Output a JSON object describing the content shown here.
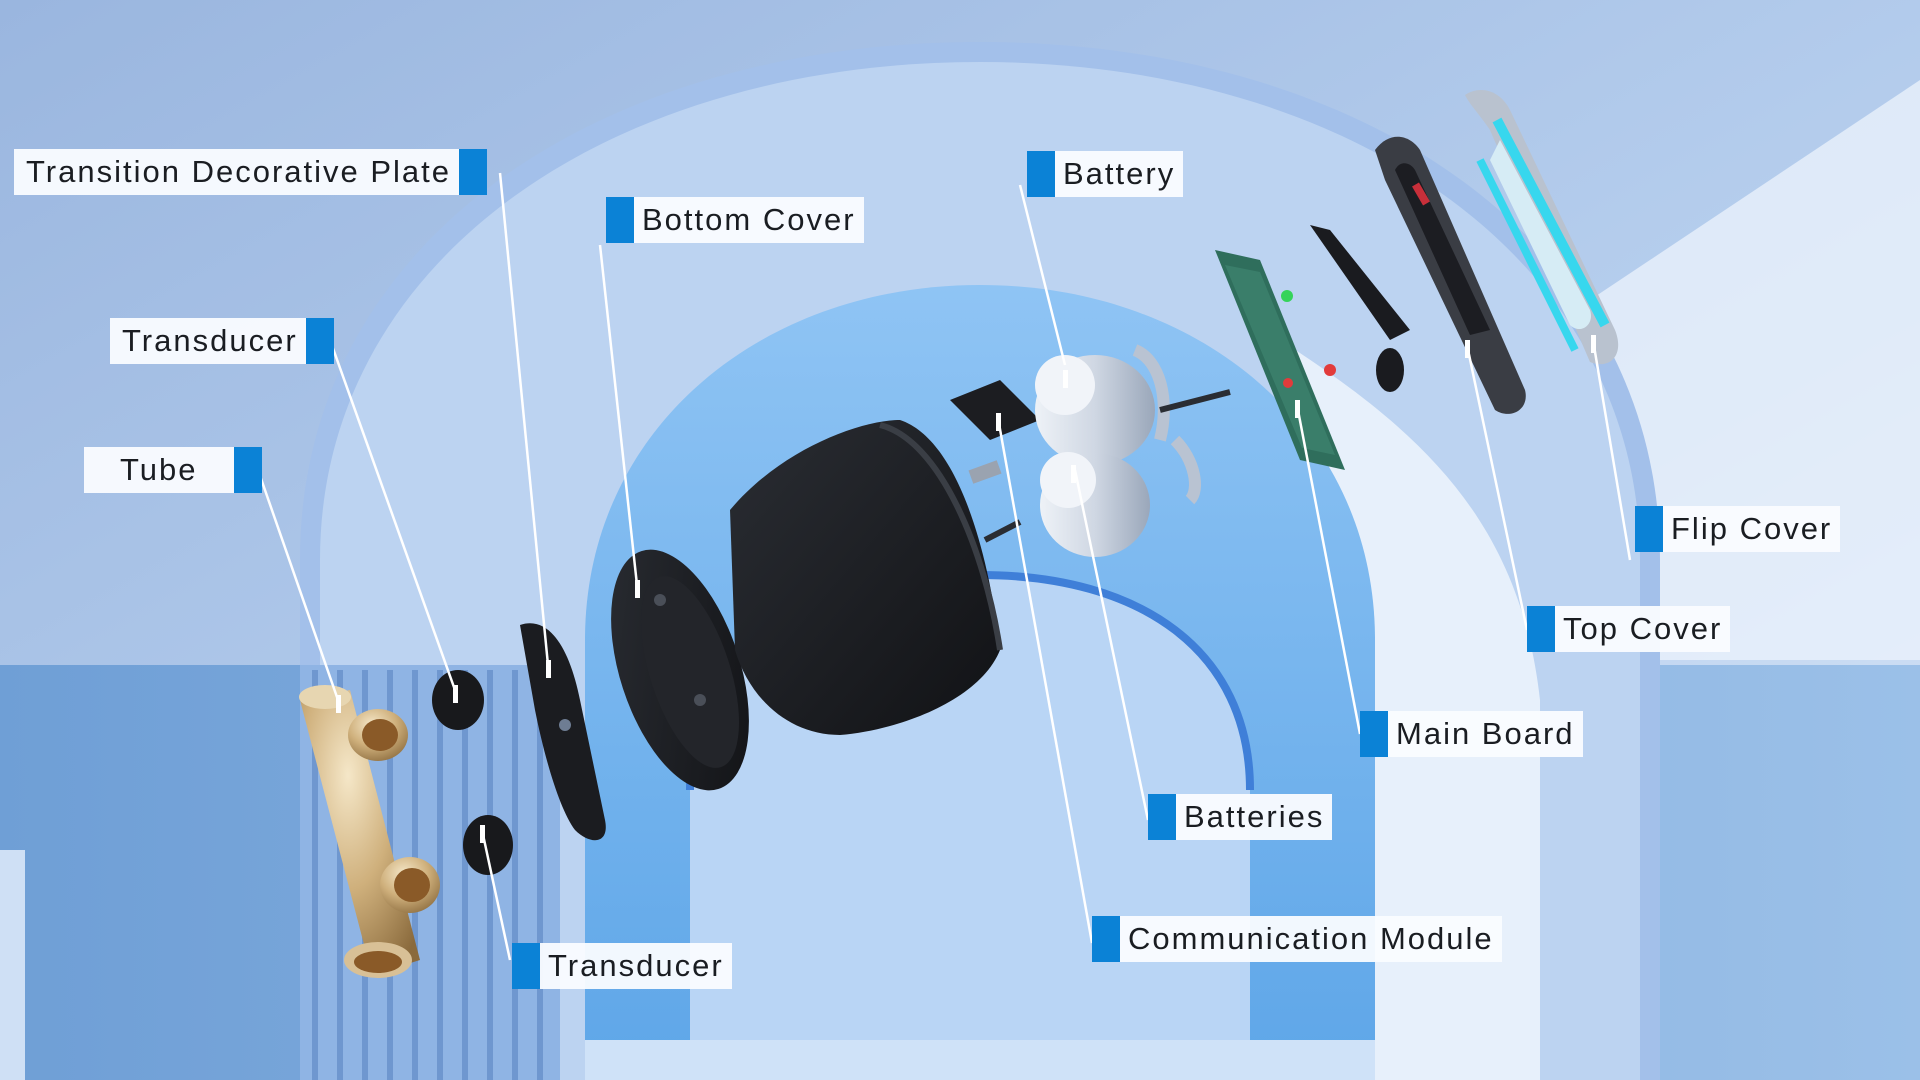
{
  "labels": {
    "transition_decorative_plate": "Transition Decorative Plate",
    "bottom_cover": "Bottom Cover",
    "battery": "Battery",
    "transducer_upper": "Transducer",
    "tube": "Tube",
    "flip_cover": "Flip Cover",
    "top_cover": "Top Cover",
    "main_board": "Main Board",
    "batteries": "Batteries",
    "communication_module": "Communication Module",
    "transducer_lower": "Transducer"
  },
  "colors": {
    "accent": "#0b82d6",
    "label_bg": "#fafcff",
    "leader_line": "#ffffff",
    "sky_blue": "#a9c4e6",
    "arch_blue": "#7ab6ee",
    "housing": "#1c1e22",
    "brass": "#c9a974"
  }
}
